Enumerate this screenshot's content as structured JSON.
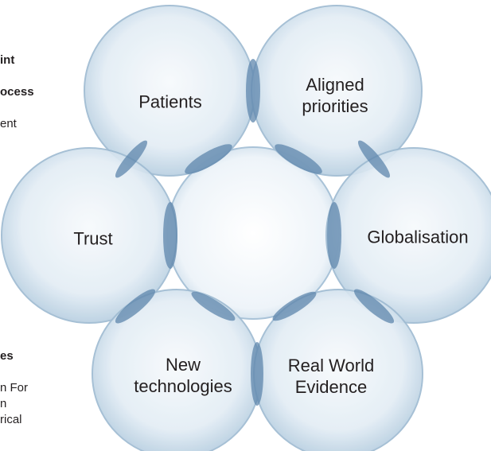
{
  "left_text_top": {
    "bold_lines": [
      "int",
      "ocess"
    ],
    "body": "ent"
  },
  "left_text_bottom": {
    "bold_line": "es",
    "body": "n For\nn\nrical"
  },
  "bubbles": {
    "patients": "Patients",
    "aligned_priorities": "Aligned\npriorities",
    "trust": "Trust",
    "globalisation": "Globalisation",
    "new_technologies": "New\ntechnologies",
    "real_world_evidence": "Real World\nEvidence"
  },
  "colors": {
    "bubble_fill": "#dce8f2",
    "bubble_edge": "#9fbbd2",
    "overlap": "#5f87ad"
  }
}
